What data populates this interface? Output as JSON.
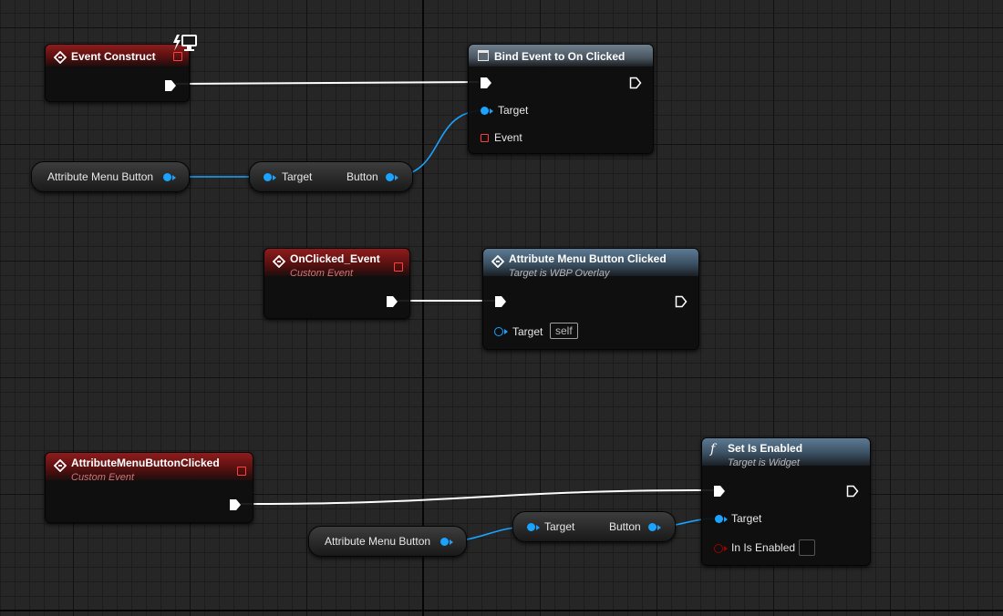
{
  "nodes": {
    "event_construct": {
      "title": "Event Construct"
    },
    "bind_event": {
      "title": "Bind Event to On Clicked",
      "target_pin": "Target",
      "event_pin": "Event"
    },
    "var_attribute_menu_button_top": {
      "label": "Attribute Menu Button"
    },
    "get_button_top": {
      "target_pin": "Target",
      "button_pin": "Button"
    },
    "onclicked_event": {
      "title": "OnClicked_Event",
      "subtitle": "Custom Event"
    },
    "attribute_menu_button_clicked_call": {
      "title": "Attribute Menu Button Clicked",
      "subtitle": "Target is WBP Overlay",
      "target_pin": "Target",
      "target_default": "self"
    },
    "attribute_menu_button_clicked_event": {
      "title": "AttributeMenuButtonClicked",
      "subtitle": "Custom Event"
    },
    "var_attribute_menu_button_bottom": {
      "label": "Attribute Menu Button"
    },
    "get_button_bottom": {
      "target_pin": "Target",
      "button_pin": "Button"
    },
    "set_is_enabled": {
      "title": "Set Is Enabled",
      "subtitle": "Target is Widget",
      "target_pin": "Target",
      "in_is_enabled_pin": "In Is Enabled",
      "in_is_enabled_value": false
    }
  },
  "colors": {
    "event_header": "#8e1c1c",
    "function_header": "#3b5062",
    "object_pin": "#1aa3ff",
    "exec_wire": "#ffffff",
    "delegate_pin": "#ff4040",
    "bool_pin": "#9a0000"
  },
  "icons": {
    "event": "event-diamond-icon",
    "function": "function-f-icon",
    "bind": "widget-window-icon",
    "replication": "lightning-monitor-icon"
  }
}
